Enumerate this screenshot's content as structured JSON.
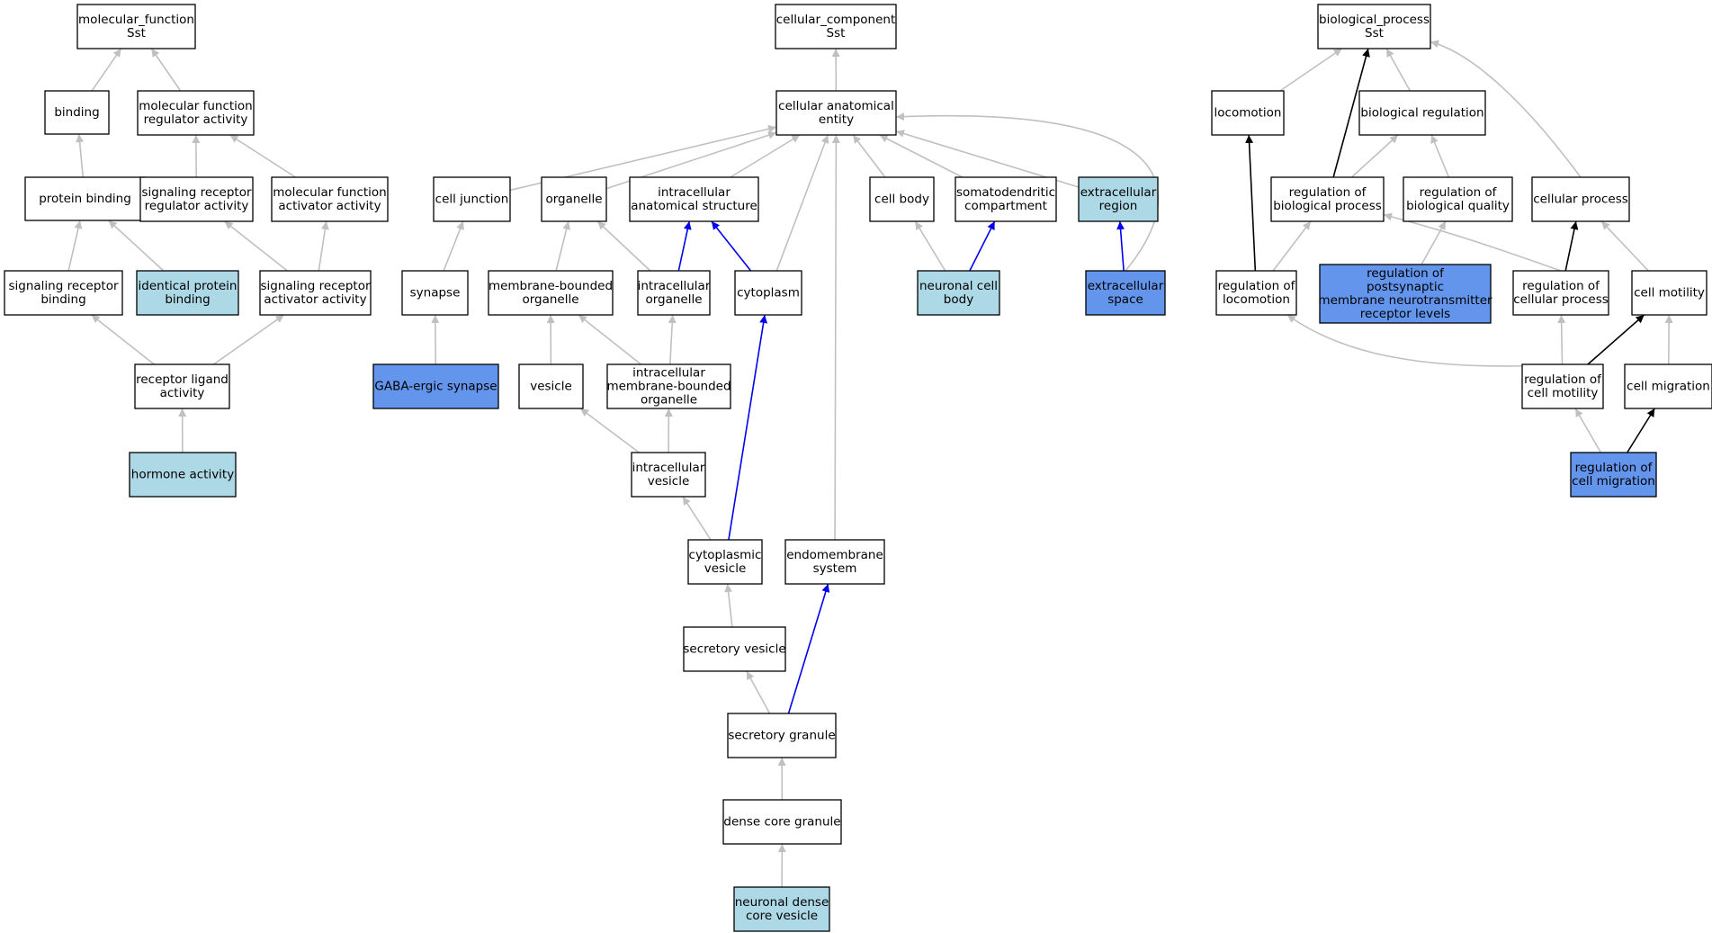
{
  "colors": {
    "plain": "#ffffff",
    "light": "#add8e6",
    "dark": "#6495ed",
    "edge_gray": "#c0c0c0",
    "edge_blue": "#0000ee",
    "edge_black": "#000000"
  },
  "nodes": [
    {
      "id": "mf",
      "label": [
        "molecular_function",
        "Sst"
      ],
      "fill": "plain"
    },
    {
      "id": "binding",
      "label": [
        "binding"
      ],
      "fill": "plain"
    },
    {
      "id": "mfra",
      "label": [
        "molecular function",
        "regulator activity"
      ],
      "fill": "plain"
    },
    {
      "id": "protbind",
      "label": [
        "protein binding"
      ],
      "fill": "plain"
    },
    {
      "id": "srra",
      "label": [
        "signaling receptor",
        "regulator activity"
      ],
      "fill": "plain"
    },
    {
      "id": "mfaa",
      "label": [
        "molecular function",
        "activator activity"
      ],
      "fill": "plain"
    },
    {
      "id": "srb",
      "label": [
        "signaling receptor",
        "binding"
      ],
      "fill": "plain"
    },
    {
      "id": "ipb",
      "label": [
        "identical protein",
        "binding"
      ],
      "fill": "light"
    },
    {
      "id": "sraa",
      "label": [
        "signaling receptor",
        "activator activity"
      ],
      "fill": "plain"
    },
    {
      "id": "rla",
      "label": [
        "receptor ligand",
        "activity"
      ],
      "fill": "plain"
    },
    {
      "id": "hormone",
      "label": [
        "hormone activity"
      ],
      "fill": "light"
    },
    {
      "id": "cc",
      "label": [
        "cellular_component",
        "Sst"
      ],
      "fill": "plain"
    },
    {
      "id": "cae",
      "label": [
        "cellular anatomical",
        "entity"
      ],
      "fill": "plain"
    },
    {
      "id": "celljunc",
      "label": [
        "cell junction"
      ],
      "fill": "plain"
    },
    {
      "id": "organelle",
      "label": [
        "organelle"
      ],
      "fill": "plain"
    },
    {
      "id": "ias",
      "label": [
        "intracellular",
        "anatomical structure"
      ],
      "fill": "plain"
    },
    {
      "id": "cellbody",
      "label": [
        "cell body"
      ],
      "fill": "plain"
    },
    {
      "id": "somato",
      "label": [
        "somatodendritic",
        "compartment"
      ],
      "fill": "plain"
    },
    {
      "id": "extreg",
      "label": [
        "extracellular",
        "region"
      ],
      "fill": "light"
    },
    {
      "id": "synapse",
      "label": [
        "synapse"
      ],
      "fill": "plain"
    },
    {
      "id": "mbo",
      "label": [
        "membrane-bounded",
        "organelle"
      ],
      "fill": "plain"
    },
    {
      "id": "io",
      "label": [
        "intracellular",
        "organelle"
      ],
      "fill": "plain"
    },
    {
      "id": "cytoplasm",
      "label": [
        "cytoplasm"
      ],
      "fill": "plain"
    },
    {
      "id": "ncb",
      "label": [
        "neuronal cell",
        "body"
      ],
      "fill": "light"
    },
    {
      "id": "extspace",
      "label": [
        "extracellular",
        "space"
      ],
      "fill": "dark"
    },
    {
      "id": "gaba",
      "label": [
        "GABA-ergic synapse"
      ],
      "fill": "dark"
    },
    {
      "id": "vesicle",
      "label": [
        "vesicle"
      ],
      "fill": "plain"
    },
    {
      "id": "imbo",
      "label": [
        "intracellular",
        "membrane-bounded",
        "organelle"
      ],
      "fill": "plain"
    },
    {
      "id": "iv",
      "label": [
        "intracellular",
        "vesicle"
      ],
      "fill": "plain"
    },
    {
      "id": "cv",
      "label": [
        "cytoplasmic",
        "vesicle"
      ],
      "fill": "plain"
    },
    {
      "id": "endo",
      "label": [
        "endomembrane",
        "system"
      ],
      "fill": "plain"
    },
    {
      "id": "secves",
      "label": [
        "secretory vesicle"
      ],
      "fill": "plain"
    },
    {
      "id": "secgran",
      "label": [
        "secretory granule"
      ],
      "fill": "plain"
    },
    {
      "id": "dcg",
      "label": [
        "dense core granule"
      ],
      "fill": "plain"
    },
    {
      "id": "ndcv",
      "label": [
        "neuronal dense",
        "core vesicle"
      ],
      "fill": "light"
    },
    {
      "id": "bp",
      "label": [
        "biological_process",
        "Sst"
      ],
      "fill": "plain"
    },
    {
      "id": "locomotion",
      "label": [
        "locomotion"
      ],
      "fill": "plain"
    },
    {
      "id": "bioreg",
      "label": [
        "biological regulation"
      ],
      "fill": "plain"
    },
    {
      "id": "robp",
      "label": [
        "regulation of",
        "biological process"
      ],
      "fill": "plain"
    },
    {
      "id": "robq",
      "label": [
        "regulation of",
        "biological quality"
      ],
      "fill": "plain"
    },
    {
      "id": "cellproc",
      "label": [
        "cellular process"
      ],
      "fill": "plain"
    },
    {
      "id": "rol",
      "label": [
        "regulation of",
        "locomotion"
      ],
      "fill": "plain"
    },
    {
      "id": "ropmnrl",
      "label": [
        "regulation of",
        "postsynaptic",
        "membrane neurotransmitter",
        "receptor levels"
      ],
      "fill": "dark"
    },
    {
      "id": "rocp",
      "label": [
        "regulation of",
        "cellular process"
      ],
      "fill": "plain"
    },
    {
      "id": "cellmot",
      "label": [
        "cell motility"
      ],
      "fill": "plain"
    },
    {
      "id": "rocm",
      "label": [
        "regulation of",
        "cell motility"
      ],
      "fill": "plain"
    },
    {
      "id": "cellmig",
      "label": [
        "cell migration"
      ],
      "fill": "plain"
    },
    {
      "id": "rocmig",
      "label": [
        "regulation of",
        "cell migration"
      ],
      "fill": "dark"
    }
  ],
  "edges": [
    {
      "from": "binding",
      "to": "mf",
      "color": "edge_gray"
    },
    {
      "from": "mfra",
      "to": "mf",
      "color": "edge_gray"
    },
    {
      "from": "protbind",
      "to": "binding",
      "color": "edge_gray"
    },
    {
      "from": "srra",
      "to": "mfra",
      "color": "edge_gray"
    },
    {
      "from": "mfaa",
      "to": "mfra",
      "color": "edge_gray"
    },
    {
      "from": "srb",
      "to": "protbind",
      "color": "edge_gray"
    },
    {
      "from": "ipb",
      "to": "protbind",
      "color": "edge_gray"
    },
    {
      "from": "sraa",
      "to": "srra",
      "color": "edge_gray"
    },
    {
      "from": "sraa",
      "to": "mfaa",
      "color": "edge_gray"
    },
    {
      "from": "rla",
      "to": "srb",
      "color": "edge_gray"
    },
    {
      "from": "rla",
      "to": "sraa",
      "color": "edge_gray"
    },
    {
      "from": "hormone",
      "to": "rla",
      "color": "edge_gray"
    },
    {
      "from": "cae",
      "to": "cc",
      "color": "edge_gray"
    },
    {
      "from": "celljunc",
      "to": "cae",
      "color": "edge_gray"
    },
    {
      "from": "organelle",
      "to": "cae",
      "color": "edge_gray"
    },
    {
      "from": "ias",
      "to": "cae",
      "color": "edge_gray"
    },
    {
      "from": "cytoplasm",
      "to": "cae",
      "color": "edge_gray"
    },
    {
      "from": "endo",
      "to": "cae",
      "color": "edge_gray"
    },
    {
      "from": "cellbody",
      "to": "cae",
      "color": "edge_gray"
    },
    {
      "from": "somato",
      "to": "cae",
      "color": "edge_gray"
    },
    {
      "from": "extreg",
      "to": "cae",
      "color": "edge_gray"
    },
    {
      "from": "extspace",
      "to": "cae",
      "color": "edge_gray"
    },
    {
      "from": "synapse",
      "to": "celljunc",
      "color": "edge_gray"
    },
    {
      "from": "gaba",
      "to": "synapse",
      "color": "edge_gray"
    },
    {
      "from": "mbo",
      "to": "organelle",
      "color": "edge_gray"
    },
    {
      "from": "io",
      "to": "organelle",
      "color": "edge_gray"
    },
    {
      "from": "io",
      "to": "ias",
      "color": "edge_blue"
    },
    {
      "from": "cytoplasm",
      "to": "ias",
      "color": "edge_blue"
    },
    {
      "from": "ncb",
      "to": "cellbody",
      "color": "edge_gray"
    },
    {
      "from": "ncb",
      "to": "somato",
      "color": "edge_blue"
    },
    {
      "from": "extspace",
      "to": "extreg",
      "color": "edge_blue"
    },
    {
      "from": "vesicle",
      "to": "mbo",
      "color": "edge_gray"
    },
    {
      "from": "imbo",
      "to": "mbo",
      "color": "edge_gray"
    },
    {
      "from": "imbo",
      "to": "io",
      "color": "edge_gray"
    },
    {
      "from": "iv",
      "to": "vesicle",
      "color": "edge_gray"
    },
    {
      "from": "iv",
      "to": "imbo",
      "color": "edge_gray"
    },
    {
      "from": "cv",
      "to": "iv",
      "color": "edge_gray"
    },
    {
      "from": "cv",
      "to": "cytoplasm",
      "color": "edge_blue"
    },
    {
      "from": "secves",
      "to": "cv",
      "color": "edge_gray"
    },
    {
      "from": "secgran",
      "to": "secves",
      "color": "edge_gray"
    },
    {
      "from": "secgran",
      "to": "endo",
      "color": "edge_blue"
    },
    {
      "from": "dcg",
      "to": "secgran",
      "color": "edge_gray"
    },
    {
      "from": "ndcv",
      "to": "dcg",
      "color": "edge_gray"
    },
    {
      "from": "locomotion",
      "to": "bp",
      "color": "edge_gray"
    },
    {
      "from": "robp",
      "to": "bp",
      "color": "edge_black"
    },
    {
      "from": "bioreg",
      "to": "bp",
      "color": "edge_gray"
    },
    {
      "from": "cellproc",
      "to": "bp",
      "color": "edge_gray"
    },
    {
      "from": "robp",
      "to": "bioreg",
      "color": "edge_gray"
    },
    {
      "from": "robq",
      "to": "bioreg",
      "color": "edge_gray"
    },
    {
      "from": "rol",
      "to": "locomotion",
      "color": "edge_black"
    },
    {
      "from": "rol",
      "to": "robp",
      "color": "edge_gray"
    },
    {
      "from": "ropmnrl",
      "to": "robq",
      "color": "edge_gray"
    },
    {
      "from": "rocp",
      "to": "robp",
      "color": "edge_gray"
    },
    {
      "from": "rocp",
      "to": "cellproc",
      "color": "edge_black"
    },
    {
      "from": "cellmot",
      "to": "cellproc",
      "color": "edge_gray"
    },
    {
      "from": "rocm",
      "to": "rol",
      "color": "edge_gray"
    },
    {
      "from": "rocm",
      "to": "rocp",
      "color": "edge_gray"
    },
    {
      "from": "rocm",
      "to": "cellmot",
      "color": "edge_black"
    },
    {
      "from": "cellmig",
      "to": "cellmot",
      "color": "edge_gray"
    },
    {
      "from": "rocmig",
      "to": "rocm",
      "color": "edge_gray"
    },
    {
      "from": "rocmig",
      "to": "cellmig",
      "color": "edge_black"
    }
  ]
}
